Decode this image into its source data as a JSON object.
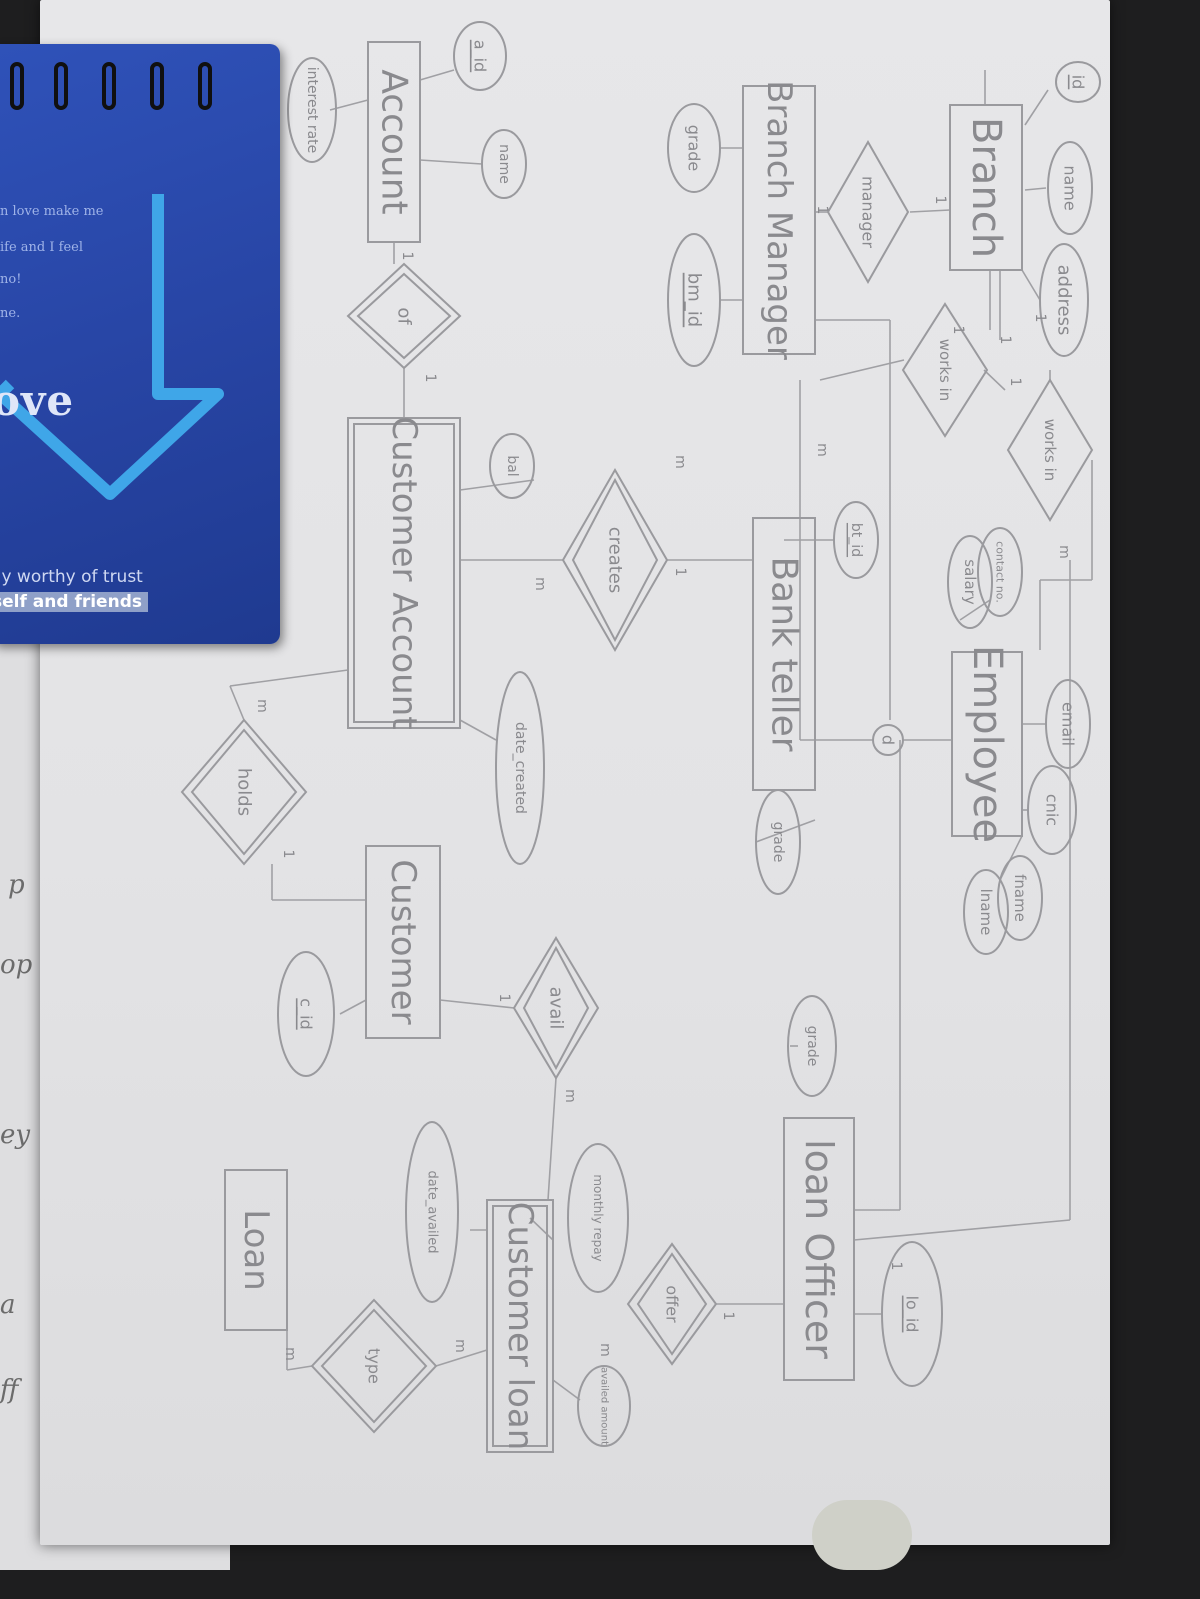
{
  "notebook": {
    "line1": "n love make me",
    "line2": "ife and I feel",
    "line3": "no!",
    "line4": "ne.",
    "love": "ove",
    "trust": "ily worthy of trust",
    "friends": "self and friends"
  },
  "entities": [
    {
      "id": "branch",
      "label": "Branch"
    },
    {
      "id": "account",
      "label": "Account"
    },
    {
      "id": "branch-manager",
      "label": "Branch Manager"
    },
    {
      "id": "customer-account",
      "label": "Customer Account"
    },
    {
      "id": "bank-teller",
      "label": "Bank teller"
    },
    {
      "id": "employee",
      "label": "Employee"
    },
    {
      "id": "customer",
      "label": "Customer"
    },
    {
      "id": "loan-officer",
      "label": "loan Officer"
    },
    {
      "id": "loan",
      "label": "Loan"
    },
    {
      "id": "customer-loan",
      "label": "Customer loan"
    }
  ],
  "relationships": [
    {
      "id": "manager",
      "label": "manager"
    },
    {
      "id": "works-in-1",
      "label": "works in"
    },
    {
      "id": "works-in-2",
      "label": "works in"
    },
    {
      "id": "of",
      "label": "of"
    },
    {
      "id": "creates",
      "label": "creates"
    },
    {
      "id": "holds",
      "label": "holds"
    },
    {
      "id": "avail",
      "label": "avail"
    },
    {
      "id": "offer",
      "label": "offer"
    },
    {
      "id": "type",
      "label": "type"
    }
  ],
  "attributes": [
    {
      "id": "branch-id",
      "label": "id"
    },
    {
      "id": "branch-name",
      "label": "name"
    },
    {
      "id": "branch-address",
      "label": "address"
    },
    {
      "id": "a-id",
      "label": "a_id"
    },
    {
      "id": "account-name",
      "label": "name"
    },
    {
      "id": "interest-rate",
      "label": "interest rate"
    },
    {
      "id": "bm-grade",
      "label": "grade"
    },
    {
      "id": "bm-id",
      "label": "bm_id"
    },
    {
      "id": "bt-id",
      "label": "bt_id"
    },
    {
      "id": "bal",
      "label": "bal"
    },
    {
      "id": "contact-no",
      "label": "contact no."
    },
    {
      "id": "salary",
      "label": "salary"
    },
    {
      "id": "email",
      "label": "email"
    },
    {
      "id": "cnic",
      "label": "cnic"
    },
    {
      "id": "fname",
      "label": "fname"
    },
    {
      "id": "lname",
      "label": "lname"
    },
    {
      "id": "date-created",
      "label": "date_created"
    },
    {
      "id": "bt-grade",
      "label": "grade"
    },
    {
      "id": "c-id",
      "label": "c_id"
    },
    {
      "id": "lo-grade",
      "label": "grade"
    },
    {
      "id": "monthly-repay",
      "label": "monthly repay"
    },
    {
      "id": "date-availed",
      "label": "date_availed"
    },
    {
      "id": "lo-id",
      "label": "lo_id"
    },
    {
      "id": "availed-amount",
      "label": "availed amount"
    }
  ],
  "specialization": {
    "label": "d"
  },
  "cardinalities": [
    "1",
    "1",
    "1",
    "1",
    "m",
    "m",
    "1",
    "1",
    "m",
    "m",
    "1",
    "m",
    "1",
    "1",
    "m",
    "1",
    "1",
    "m",
    "m",
    "m",
    "1",
    "1"
  ],
  "edge_scribbles": [
    "p",
    "op",
    "ey",
    "a",
    "ff"
  ]
}
